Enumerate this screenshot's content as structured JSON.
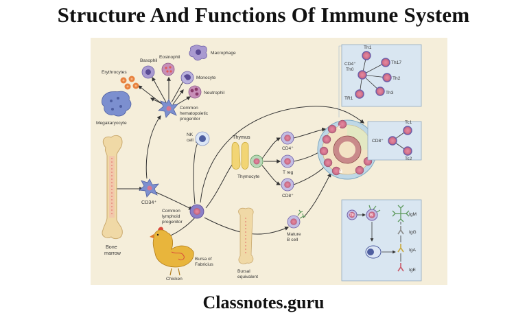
{
  "title": "Structure And Functions Of Immune System",
  "footer": "Classnotes.guru",
  "colors": {
    "background": "#f5eeda",
    "panel": "#d9e6f1",
    "bone": "#f0d9a6",
    "cell_pink": "#e3879e",
    "cell_blue": "#9fb0d8",
    "purple": "#6d5ea8",
    "thymus": "#f2d575",
    "chicken": "#e8b53c"
  },
  "labels": {
    "erythrocytes": "Erythrocytes",
    "basophil": "Basophil",
    "eosinophil": "Eosinophil",
    "macrophage": "Macrophage",
    "monocyte": "Monocyte",
    "neutrophil": "Neutrophil",
    "megakaryocyte": "Megakaryocyte",
    "chp_1": "Common",
    "chp_2": "hematopoietic",
    "chp_3": "progenitor",
    "nk_1": "NK",
    "nk_2": "cell",
    "thymus": "Thymus",
    "thymocyte": "Thymocyte",
    "cd4": "CD4⁺",
    "treg": "T reg",
    "cd8": "CD8⁺",
    "cd34": "CD34⁺",
    "clp_1": "Common",
    "clp_2": "lymphoid",
    "clp_3": "progenitor",
    "bone_1": "Bone",
    "bone_2": "marrow",
    "chicken": "Chicken",
    "bursa_1": "Bursa of",
    "bursa_2": "Fabricius",
    "bursal_1": "Bursal",
    "bursal_2": "equivalent",
    "mature_1": "Mature",
    "mature_2": "B cell",
    "node_t": "T",
    "node_b": "B"
  },
  "th_panel": {
    "center_1": "CD4⁺",
    "center_2": "Th0",
    "th1": "Th1",
    "th17": "Th17",
    "th2": "Th2",
    "th3": "Th3",
    "tr1": "TR1"
  },
  "tc_panel": {
    "center": "CD8⁺",
    "tc1": "Tc1",
    "tc2": "Tc2"
  },
  "b_panel": {
    "th": "Th",
    "b": "B",
    "igm": "IgM",
    "igg": "IgG",
    "iga": "IgA",
    "ige": "IgE"
  }
}
